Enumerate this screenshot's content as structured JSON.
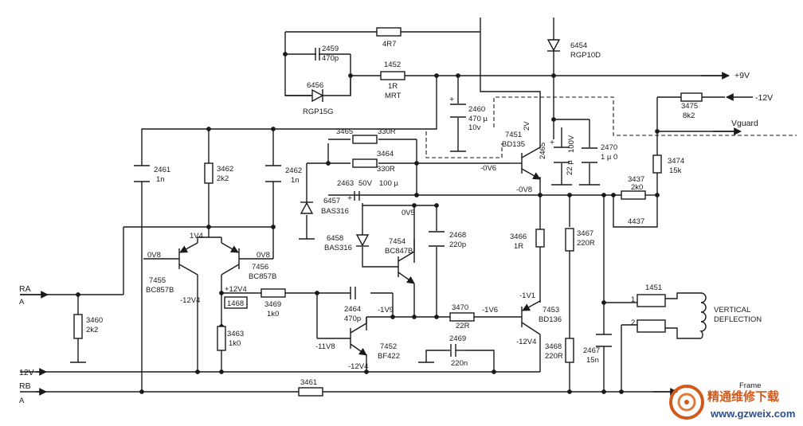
{
  "components": {
    "r_4r7": {
      "ref": "",
      "value": "4R7"
    },
    "c2459": {
      "ref": "2459",
      "value": "470p"
    },
    "r1452": {
      "ref": "1452",
      "value": "1R",
      "value2": "MRT"
    },
    "d6456": {
      "ref": "6456",
      "value": "RGP15G"
    },
    "d6454": {
      "ref": "6454",
      "value": "RGP10D"
    },
    "c2460": {
      "ref": "2460",
      "value": "470 µ",
      "value2": "10v"
    },
    "r3465": {
      "ref": "3465",
      "value": "330R"
    },
    "r3464": {
      "ref": "3464",
      "value": "330R"
    },
    "c2461": {
      "ref": "2461",
      "value": "1n"
    },
    "r3462": {
      "ref": "3462",
      "value": "2k2"
    },
    "c2462": {
      "ref": "2462",
      "value": "1n"
    },
    "c2463": {
      "ref": "2463",
      "value": "50V",
      "value2": "100 µ"
    },
    "d6457": {
      "ref": "6457",
      "value": "BAS316"
    },
    "d6458": {
      "ref": "6458",
      "value": "BAS316"
    },
    "q7454": {
      "ref": "7454",
      "value": "BC847B"
    },
    "c2468": {
      "ref": "2468",
      "value": "220p"
    },
    "q7451": {
      "ref": "7451",
      "value": "BD135"
    },
    "c2465": {
      "ref": "2465",
      "value": "22 µ",
      "value2": "100V"
    },
    "c2470": {
      "ref": "2470",
      "value": "1 µ 0"
    },
    "r3475": {
      "ref": "3475",
      "value": "8k2"
    },
    "r3474": {
      "ref": "3474",
      "value": "15k"
    },
    "r3437": {
      "ref": "3437",
      "value": "2k0"
    },
    "r4437": {
      "ref": "4437",
      "value": ""
    },
    "q7455": {
      "ref": "7455",
      "value": "BC857B"
    },
    "q7456": {
      "ref": "7456",
      "value": "BC857B"
    },
    "r3466": {
      "ref": "3466",
      "value": "1R"
    },
    "r3467": {
      "ref": "3467",
      "value": "220R"
    },
    "c2464": {
      "ref": "2464",
      "value": "470p"
    },
    "r3469": {
      "ref": "3469",
      "value": "1k0"
    },
    "r3470": {
      "ref": "3470",
      "value": "22R"
    },
    "q7453": {
      "ref": "7453",
      "value": "BD136"
    },
    "q7452": {
      "ref": "7452",
      "value": "BF422"
    },
    "c2469": {
      "ref": "2469",
      "value": "220n"
    },
    "r3460": {
      "ref": "3460",
      "value": "2k2"
    },
    "r3463": {
      "ref": "3463",
      "value": "1k0"
    },
    "r3468": {
      "ref": "3468",
      "value": "220R"
    },
    "c2467": {
      "ref": "2467",
      "value": "15n"
    },
    "r3461": {
      "ref": "3461",
      "value": ""
    },
    "conn1451": {
      "ref": "1451",
      "pin1": "1",
      "pin2": "2"
    },
    "box1468": {
      "ref": "1468"
    }
  },
  "voltages": {
    "v_2v": "2V",
    "v_m0v6": "-0V6",
    "v_m0v8": "-0V8",
    "v_0v5": "0V5",
    "v_1v4": "1V4",
    "v_0v8a": "0V8",
    "v_0v8b": "0V8",
    "v_m12v4a": "-12V4",
    "v_12v4": "+12V4",
    "v_m1v9": "-1V9",
    "v_m1v6": "-1V6",
    "v_m1v1": "-1V1",
    "v_m11v8": "-11V8",
    "v_m12v4b": "-12V4",
    "v_m12v4c": "-12V4"
  },
  "rails": {
    "plus9v": "+9V",
    "minus12v": "-12V",
    "vguard": "Vguard",
    "v12": "12V",
    "frame": "Frame",
    "ra": "RA",
    "ra_sub": "A",
    "rb": "RB",
    "rb_sub": "A"
  },
  "coil_label": {
    "line1": "VERTICAL",
    "line2": "DEFLECTION"
  },
  "watermark": {
    "cn": "精通维修下载",
    "url": "www.gzweix.com"
  }
}
